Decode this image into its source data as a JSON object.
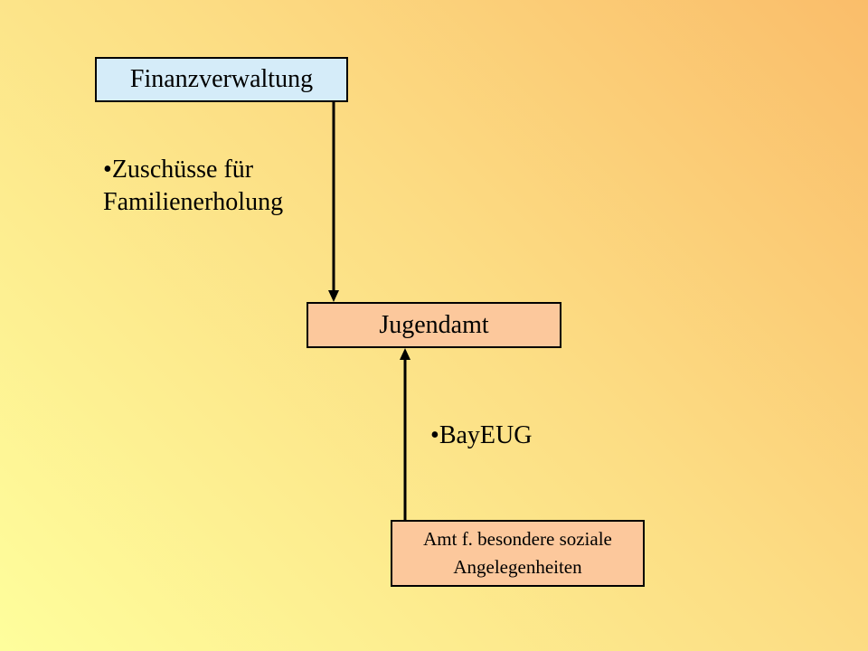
{
  "nodes": {
    "finanzverwaltung": "Finanzverwaltung",
    "jugendamt": "Jugendamt",
    "amt_line1": "Amt f. besondere soziale",
    "amt_line2": "Angelegenheiten"
  },
  "labels": {
    "zuschuesse_line1": "Zuschüsse für",
    "zuschuesse_line2": "Familienerholung",
    "bayeug": "BayEUG"
  },
  "colors": {
    "top_box": "#d5ecf9",
    "lower_boxes": "#fcc89c",
    "background_light": "#fefe9c",
    "background_warm": "#fabd6a"
  },
  "edges": [
    {
      "from": "Finanzverwaltung",
      "to": "Jugendamt",
      "label": "Zuschüsse für Familienerholung"
    },
    {
      "from": "Amt f. besondere soziale Angelegenheiten",
      "to": "Jugendamt",
      "label": "BayEUG"
    }
  ]
}
